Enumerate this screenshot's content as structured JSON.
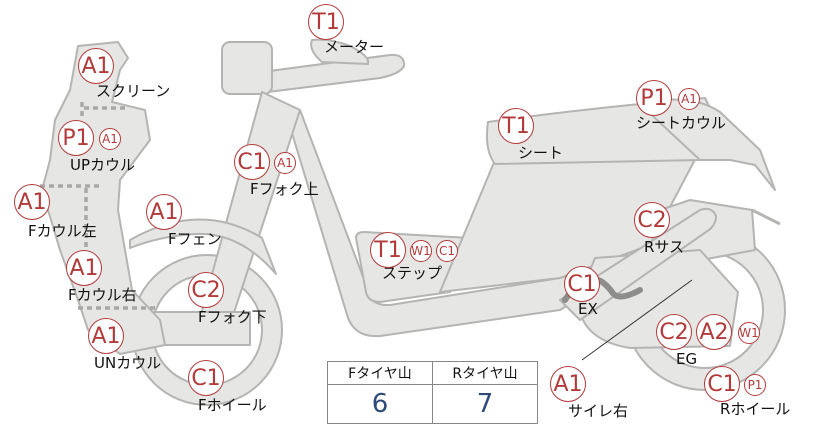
{
  "parts": [
    {
      "id": "meter",
      "label": "メーター",
      "codes": [
        "T1"
      ]
    },
    {
      "id": "screen",
      "label": "スクリーン",
      "codes": [
        "A1"
      ]
    },
    {
      "id": "up-cowl",
      "label": "UPカウル",
      "codes": [
        "P1",
        "A1"
      ]
    },
    {
      "id": "f-cowl-left",
      "label": "Fカウル左",
      "codes": [
        "A1"
      ]
    },
    {
      "id": "f-cowl-right",
      "label": "Fカウル右",
      "codes": [
        "A1"
      ]
    },
    {
      "id": "un-cowl",
      "label": "UNカウル",
      "codes": [
        "A1"
      ]
    },
    {
      "id": "f-fender",
      "label": "Fフェン",
      "codes": [
        "A1"
      ]
    },
    {
      "id": "f-fork-upper",
      "label": "Fフォク上",
      "codes": [
        "C1",
        "A1"
      ]
    },
    {
      "id": "f-fork-lower",
      "label": "Fフォク下",
      "codes": [
        "C2"
      ]
    },
    {
      "id": "f-wheel",
      "label": "Fホイール",
      "codes": [
        "C1"
      ]
    },
    {
      "id": "seat-cowl",
      "label": "シートカウル",
      "codes": [
        "P1",
        "A1"
      ]
    },
    {
      "id": "seat",
      "label": "シート",
      "codes": [
        "T1"
      ]
    },
    {
      "id": "step",
      "label": "ステップ",
      "codes": [
        "T1",
        "W1",
        "C1"
      ]
    },
    {
      "id": "r-sus",
      "label": "Rサス",
      "codes": [
        "C2"
      ]
    },
    {
      "id": "ex",
      "label": "EX",
      "codes": [
        "C1"
      ]
    },
    {
      "id": "eg",
      "label": "EG",
      "codes": [
        "C2",
        "A2",
        "W1"
      ]
    },
    {
      "id": "muffler-right",
      "label": "サイレ右",
      "codes": [
        "A1"
      ]
    },
    {
      "id": "r-wheel",
      "label": "Rホイール",
      "codes": [
        "C1",
        "P1"
      ]
    }
  ],
  "tire_table": {
    "front_header": "Fタイヤ山",
    "rear_header": "Rタイヤ山",
    "front_value": "6",
    "rear_value": "7"
  },
  "colors": {
    "badge": "#b23a3a",
    "part_fill": "#e6e6e4",
    "part_stroke": "#b4b4b2",
    "dotted": "#a8a8a8",
    "table_value": "#2d4a7a"
  }
}
